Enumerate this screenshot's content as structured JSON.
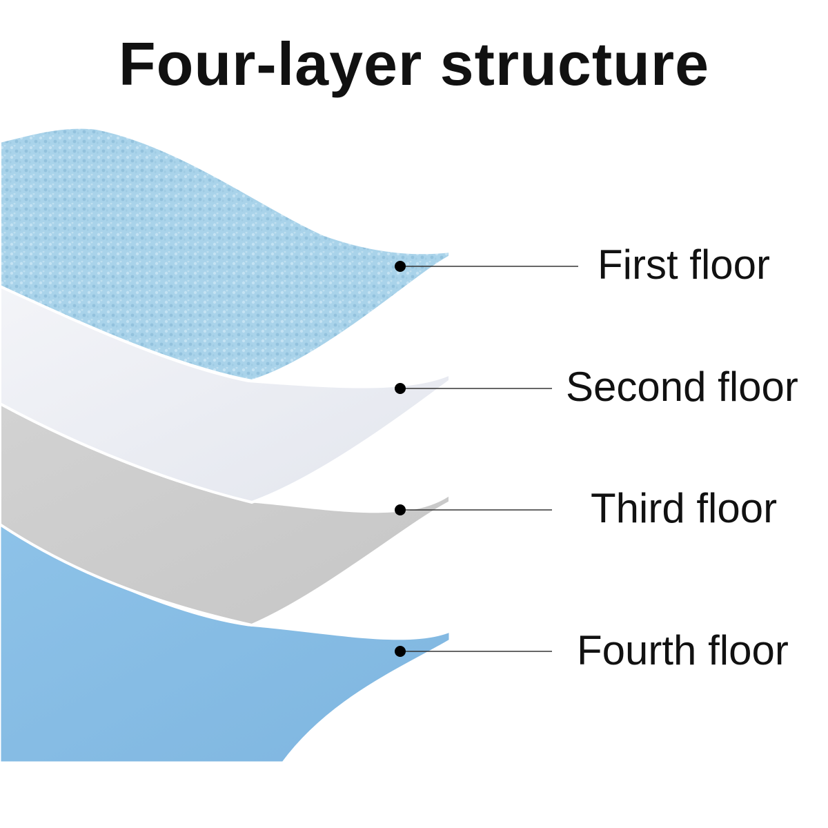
{
  "title": "Four-layer structure",
  "layers": [
    {
      "label": "First floor",
      "color": "#a9d3ea"
    },
    {
      "label": "Second floor",
      "color": "#eceef4"
    },
    {
      "label": "Third floor",
      "color": "#cfcfcf"
    },
    {
      "label": "Fourth floor",
      "color": "#8ec3e8"
    }
  ],
  "colors": {
    "text": "#111111",
    "leader_line": "#333333",
    "marker_dot": "#000000",
    "layer_edge": "#ffffff"
  }
}
